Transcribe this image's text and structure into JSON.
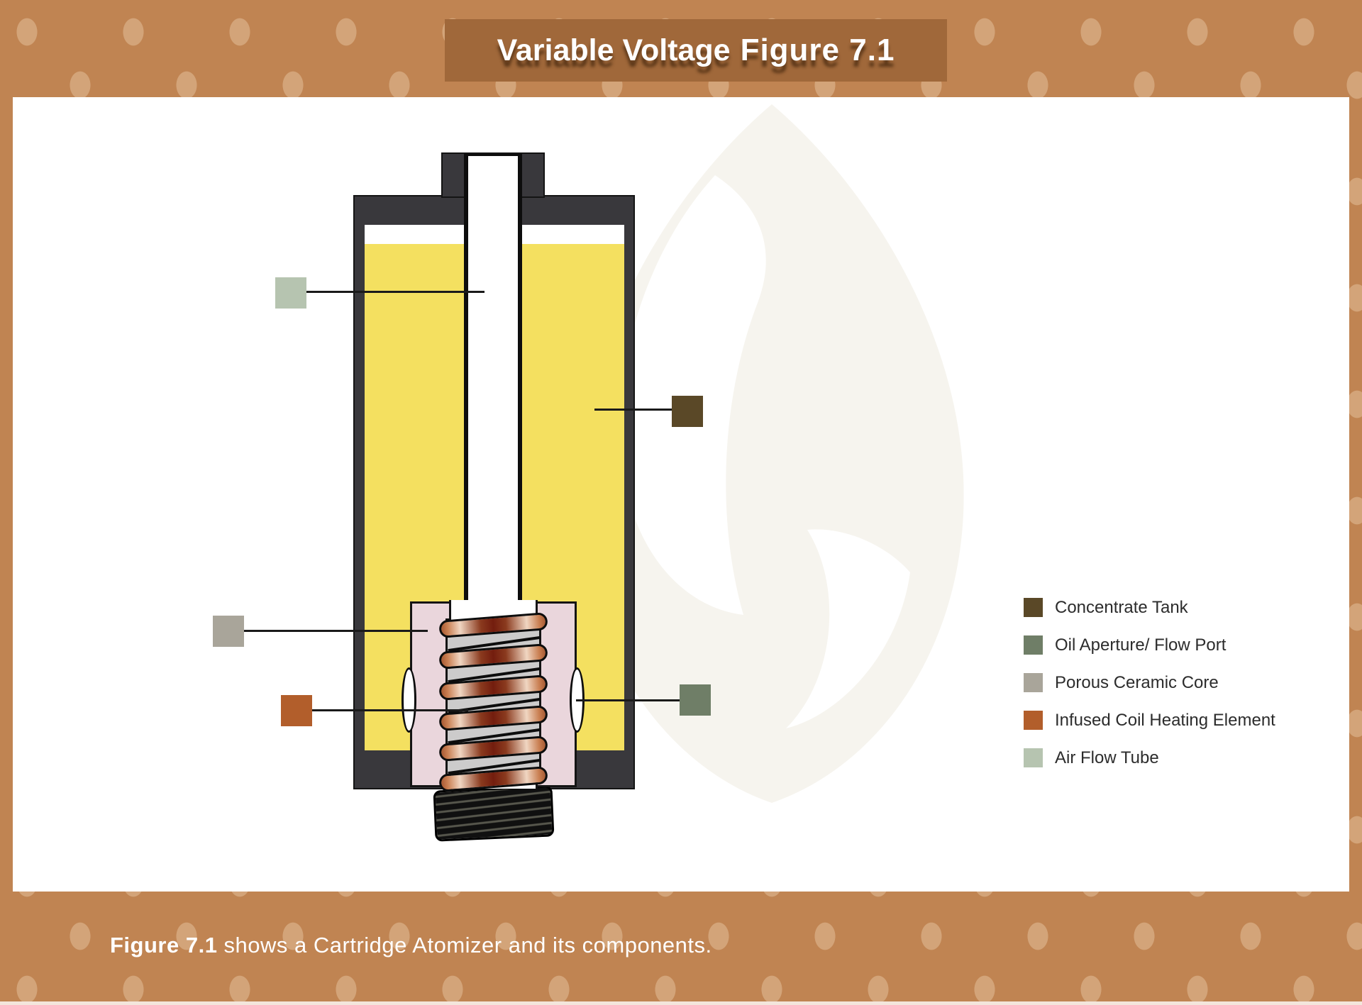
{
  "title": {
    "part1": "Variable Voltage",
    "part2": "Figure 7.1"
  },
  "caption": {
    "bold": "Figure 7.1",
    "rest": " shows a Cartridge Atomizer and its components."
  },
  "legend": {
    "items": [
      {
        "label": "Concentrate Tank",
        "color": "#5a4827"
      },
      {
        "label": "Oil Aperture/ Flow Port",
        "color": "#6f7e67"
      },
      {
        "label": "Porous Ceramic Core",
        "color": "#a9a59a"
      },
      {
        "label": "Infused Coil Heating Element",
        "color": "#b25e2b"
      },
      {
        "label": "Air Flow Tube",
        "color": "#b6c4b0"
      }
    ]
  },
  "diagram": {
    "subject": "Cartridge Atomizer cross-section",
    "callouts": [
      {
        "name": "air-flow-tube",
        "color": "#b6c4b0"
      },
      {
        "name": "concentrate-tank",
        "color": "#5a4827"
      },
      {
        "name": "porous-ceramic-core",
        "color": "#a9a59a"
      },
      {
        "name": "infused-coil-heating-element",
        "color": "#b25e2b"
      },
      {
        "name": "oil-aperture-flow-port",
        "color": "#6f7e67"
      }
    ]
  },
  "colors": {
    "page_background": "#c08452",
    "pattern_icon": "#cb9560",
    "banner_background": "#a0683a",
    "banner_text": "#ffffff",
    "card_background": "#ffffff",
    "casing_dark": "#39383c",
    "concentrate_oil_yellow": "#f4e060",
    "ceramic_pink": "#ead6dc",
    "channel_grey": "#cccbcb",
    "coil_copper_dark": "#731d0e",
    "coil_copper_light": "#f0d6c2",
    "legend_text": "#2c2c2c"
  }
}
